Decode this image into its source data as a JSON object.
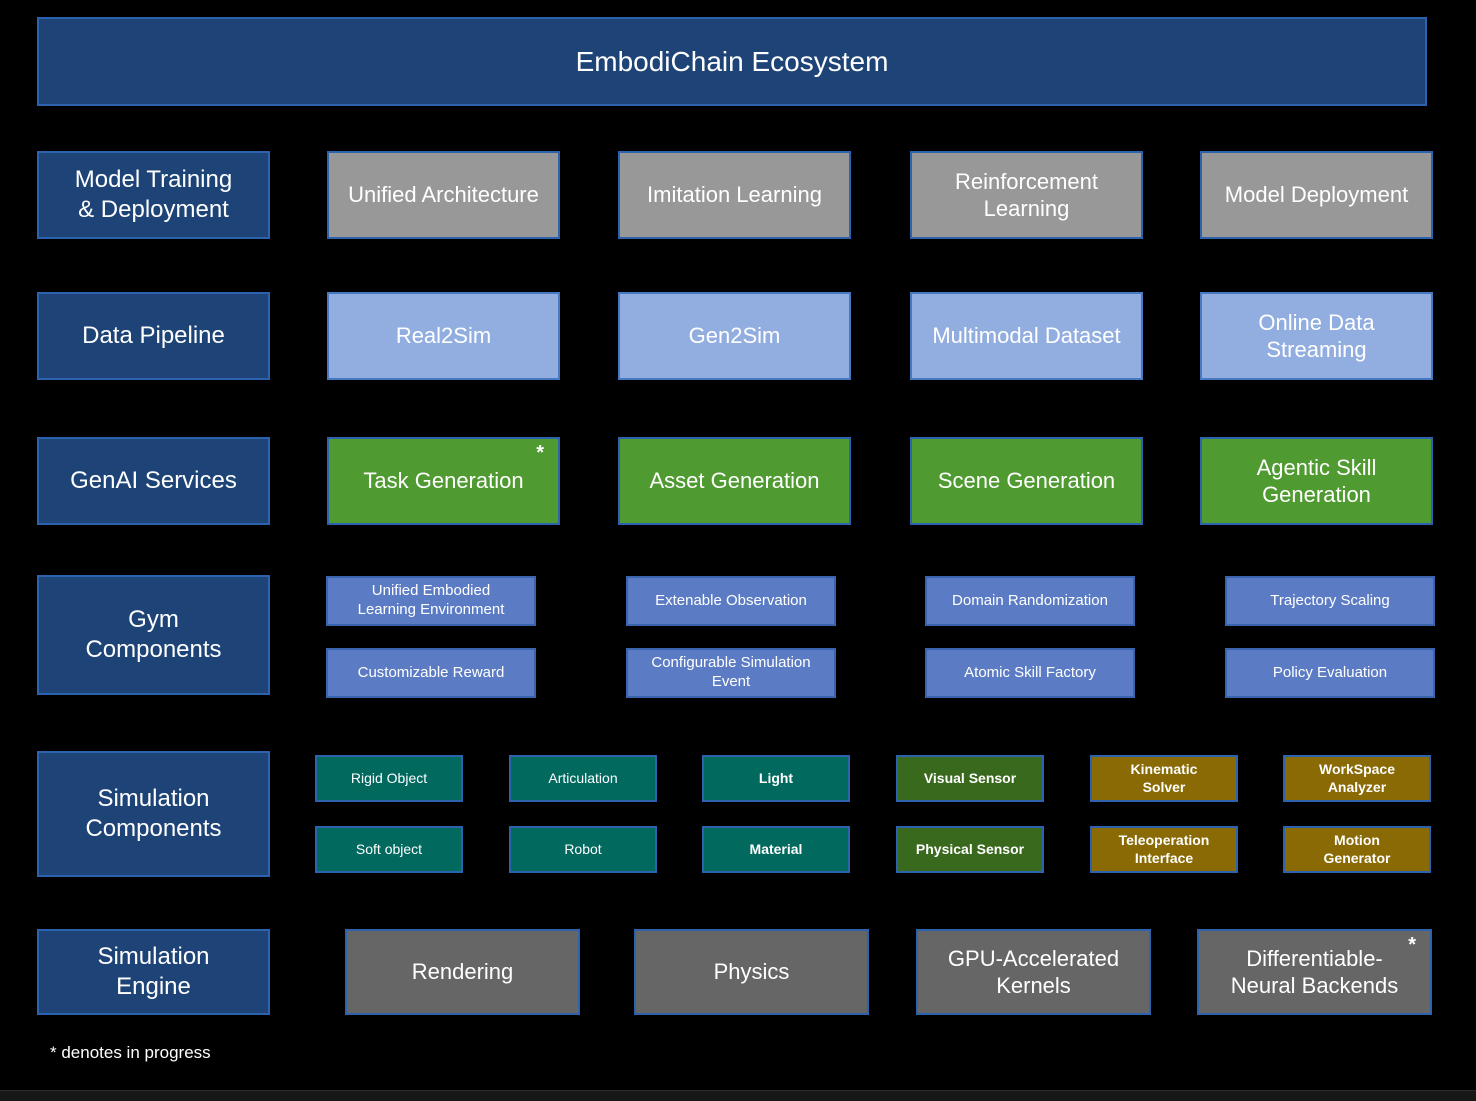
{
  "title": "EmbodiChain Ecosystem",
  "footnote": "* denotes in progress",
  "colors": {
    "background": "#000000",
    "navy": "#1d4377",
    "navy_border": "#2d62ae",
    "blue_border": "#2d62ae",
    "gray_light": "#989898",
    "gray_dark": "#666666",
    "light_blue": "#92aee0",
    "light_blue_border": "#4679c0",
    "green": "#4f9a31",
    "gym_blue": "#5b7cc4",
    "gym_blue_border": "#3a65ae",
    "teal": "#02695f",
    "sensor_green": "#39691d",
    "gold": "#8a6a04",
    "footer_bar": "#171717",
    "footer_bar_edge": "#2b2b2b"
  },
  "rows": [
    {
      "name": "model-training-deployment",
      "label": "Model Training\n& Deployment",
      "kind": "wide",
      "style": "gray_light",
      "boxes": [
        {
          "text": "Unified Architecture"
        },
        {
          "text": "Imitation Learning"
        },
        {
          "text": "Reinforcement\nLearning"
        },
        {
          "text": "Model Deployment"
        }
      ]
    },
    {
      "name": "data-pipeline",
      "label": "Data Pipeline",
      "kind": "wide",
      "style": "light_blue",
      "boxes": [
        {
          "text": "Real2Sim"
        },
        {
          "text": "Gen2Sim"
        },
        {
          "text": "Multimodal Dataset"
        },
        {
          "text": "Online Data\nStreaming"
        }
      ]
    },
    {
      "name": "genai-services",
      "label": "GenAI Services",
      "kind": "wide",
      "style": "green",
      "boxes": [
        {
          "text": "Task Generation",
          "asterisk": true
        },
        {
          "text": "Asset Generation"
        },
        {
          "text": "Scene Generation"
        },
        {
          "text": "Agentic Skill\nGeneration"
        }
      ]
    },
    {
      "name": "gym-components",
      "label": "Gym\nComponents",
      "kind": "gym",
      "style": "gym_blue",
      "boxes": [
        {
          "text": "Unified Embodied\nLearning Environment"
        },
        {
          "text": "Extenable Observation"
        },
        {
          "text": "Domain Randomization"
        },
        {
          "text": "Trajectory Scaling"
        },
        {
          "text": "Customizable Reward"
        },
        {
          "text": "Configurable Simulation\nEvent"
        },
        {
          "text": "Atomic Skill Factory"
        },
        {
          "text": "Policy Evaluation"
        }
      ]
    },
    {
      "name": "simulation-components",
      "label": "Simulation\nComponents",
      "kind": "sim",
      "style": "teal",
      "boxes": [
        {
          "text": "Rigid Object",
          "style": "teal"
        },
        {
          "text": "Articulation",
          "style": "teal"
        },
        {
          "text": "Light",
          "style": "teal",
          "bold": true
        },
        {
          "text": "Visual Sensor",
          "style": "sensor_green",
          "bold": true
        },
        {
          "text": "Kinematic\nSolver",
          "style": "gold",
          "bold": true
        },
        {
          "text": "WorkSpace\nAnalyzer",
          "style": "gold",
          "bold": true
        },
        {
          "text": "Soft object",
          "style": "teal"
        },
        {
          "text": "Robot",
          "style": "teal"
        },
        {
          "text": "Material",
          "style": "teal",
          "bold": true
        },
        {
          "text": "Physical Sensor",
          "style": "sensor_green",
          "bold": true
        },
        {
          "text": "Teleoperation\nInterface",
          "style": "gold",
          "bold": true
        },
        {
          "text": "Motion\nGenerator",
          "style": "gold",
          "bold": true
        }
      ]
    },
    {
      "name": "simulation-engine",
      "label": "Simulation\nEngine",
      "kind": "wide",
      "style": "gray_dark",
      "boxes": [
        {
          "text": "Rendering"
        },
        {
          "text": "Physics"
        },
        {
          "text": "GPU-Accelerated\nKernels"
        },
        {
          "text": "Differentiable-\nNeural Backends",
          "asterisk": true
        }
      ]
    }
  ]
}
